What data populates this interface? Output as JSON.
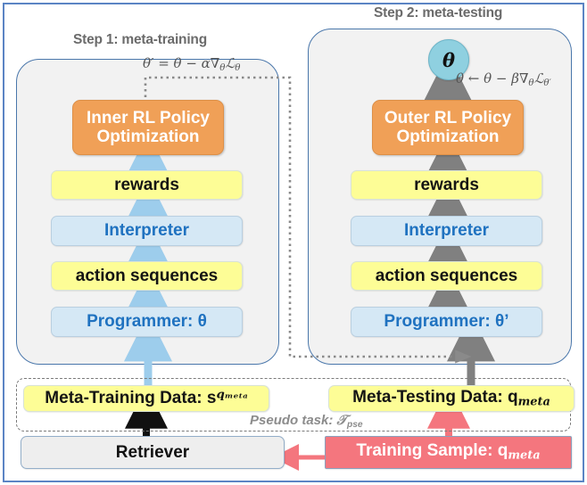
{
  "figure": {
    "title": "Meta-learning framework: meta-training and meta-testing",
    "colors": {
      "orange": "#f0a057",
      "yellow": "#fdfd96",
      "blue_box": "#d5e8f5",
      "blue_text": "#1f72c0",
      "grey_panel": "#f2f2f2",
      "panel_border": "#4a77ab",
      "red": "#f4767e",
      "theta_circle": "#8fd0e0",
      "arrow_blue": "#9dcdec",
      "arrow_grey": "#808080",
      "arrow_black": "#000000",
      "arrow_red": "#f4767e",
      "frame": "#5b84c4"
    }
  },
  "steps": {
    "step1_label": "Step 1: meta-training",
    "step2_label": "Step 2: meta-testing"
  },
  "left_column": {
    "policy_line1": "Inner RL Policy",
    "policy_line2": "Optimization",
    "rewards": "rewards",
    "interpreter": "Interpreter",
    "action_sequences": "action sequences",
    "programmer": "Programmer: θ"
  },
  "right_column": {
    "policy_line1": "Outer RL Policy",
    "policy_line2": "Optimization",
    "rewards": "rewards",
    "interpreter": "Interpreter",
    "action_sequences": "action sequences",
    "programmer": "Programmer: θ’",
    "theta_node": "θ"
  },
  "equations": {
    "inner_update": "θ′ = θ − α∇θℒθ",
    "outer_update": "θ ← θ − β∇θℒθ′"
  },
  "data_layer": {
    "meta_training_data": "Meta-Training Data: s",
    "meta_training_data_sup": "qₘₑₜₐ",
    "meta_testing_data": "Meta-Testing Data: q",
    "meta_testing_data_sub": "meta",
    "pseudo_task": "Pseudo task: 𝒯",
    "pseudo_task_sub": "pse",
    "retriever": "Retriever",
    "training_sample": "Training Sample: q",
    "training_sample_sub": "meta"
  }
}
